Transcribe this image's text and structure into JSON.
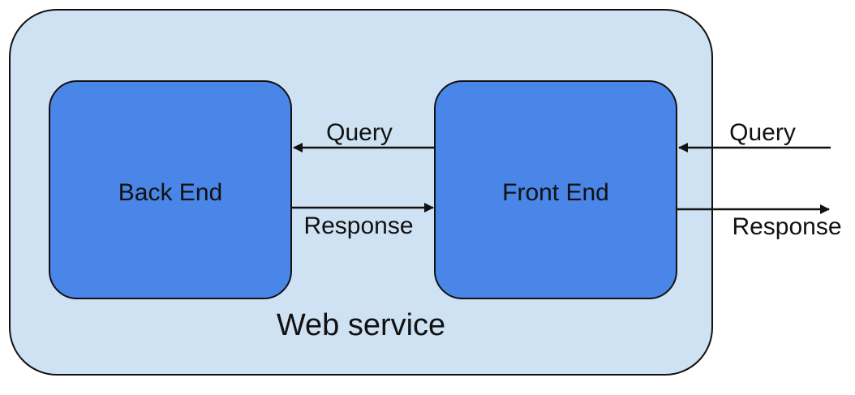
{
  "diagram": {
    "container": {
      "label": "Web service",
      "fill": "#cfe2f3",
      "stroke": "#111111"
    },
    "nodes": {
      "back_end": {
        "label": "Back End",
        "fill": "#4a86e8"
      },
      "front_end": {
        "label": "Front End",
        "fill": "#4a86e8"
      }
    },
    "edges": {
      "internal_query": {
        "label": "Query",
        "from": "Front End",
        "to": "Back End"
      },
      "internal_response": {
        "label": "Response",
        "from": "Back End",
        "to": "Front End"
      },
      "external_query": {
        "label": "Query",
        "to": "Front End"
      },
      "external_response": {
        "label": "Response",
        "from": "Front End"
      }
    }
  }
}
